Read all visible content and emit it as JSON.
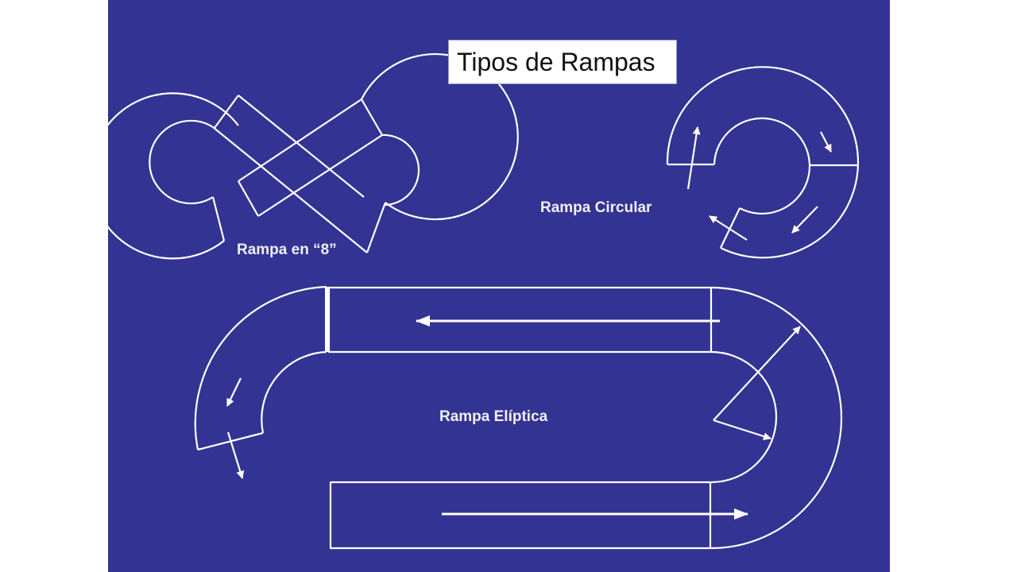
{
  "title": "Tipos de Rampas",
  "colors": {
    "page_background": "#ffffff",
    "panel_background": "#333393",
    "line": "#ffffff"
  },
  "diagrams": {
    "ramp_figure_eight": {
      "label": "Rampa en “8”"
    },
    "ramp_circular": {
      "label": "Rampa Circular"
    },
    "ramp_elliptical": {
      "label": "Rampa Elíptica"
    }
  }
}
